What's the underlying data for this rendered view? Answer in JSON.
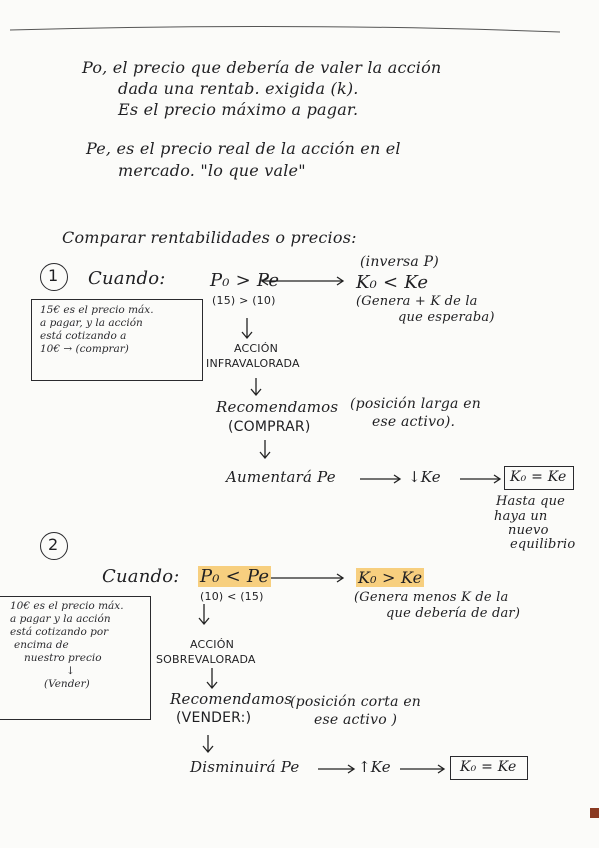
{
  "definitions": {
    "po_line1": "Po, el precio que debería de valer la acción",
    "po_line2": "dada una rentab. exigida (k).",
    "po_line3": "Es el precio máximo a pagar.",
    "pe_line1": "Pe, es el precio real de la acción en el",
    "pe_line2": "mercado. \"lo que vale\""
  },
  "compare_heading": "Comparar rentabilidades o precios:",
  "case1": {
    "number": "1",
    "cuando": "Cuando:",
    "condition": "P₀ > Pe",
    "values": "(15) > (10)",
    "inverse_note": "(inversa P)",
    "k_relation": "K₀ < Ke",
    "k_note_line1": "(Genera + K de la",
    "k_note_line2": "que esperaba)",
    "side_note": [
      "15€ es el precio máx.",
      "a pagar, y la acción",
      "está cotizando a",
      "10€ → (comprar)"
    ],
    "accion": "ACCIÓN",
    "valuation": "INFRAVALORADA",
    "recommend1": "Recomendamos",
    "recommend2": "(COMPRAR)",
    "position_line1": "(posición larga en",
    "position_line2": "ese activo).",
    "outcome": "Aumentará Pe",
    "ke_arrow": "↓Ke",
    "equilibrium": "K₀ = Ke",
    "hasta_line1": "Hasta que",
    "hasta_line2": "haya un",
    "hasta_line3": "nuevo",
    "hasta_line4": "equilibrio"
  },
  "case2": {
    "number": "2",
    "cuando": "Cuando:",
    "condition": "P₀ < Pe",
    "values": "(10) < (15)",
    "k_relation": "K₀ > Ke",
    "k_note_line1": "(Genera menos K de la",
    "k_note_line2": "que debería de dar)",
    "side_note": [
      "10€ es el precio máx.",
      "a pagar y la acción",
      "está cotizando por",
      "encima de",
      "nuestro precio",
      "↓",
      "(Vender)"
    ],
    "accion": "ACCIÓN",
    "valuation": "SOBREVALORADA",
    "recommend1": "Recomendamos",
    "recommend2": "(VENDER:)",
    "position_line1": "(posición corta en",
    "position_line2": "ese activo )",
    "outcome": "Disminuirá Pe",
    "ke_arrow": "↑Ke",
    "equilibrium": "K₀ = Ke"
  },
  "colors": {
    "highlight": "#f7cf7f",
    "ink": "#1f1f22"
  }
}
